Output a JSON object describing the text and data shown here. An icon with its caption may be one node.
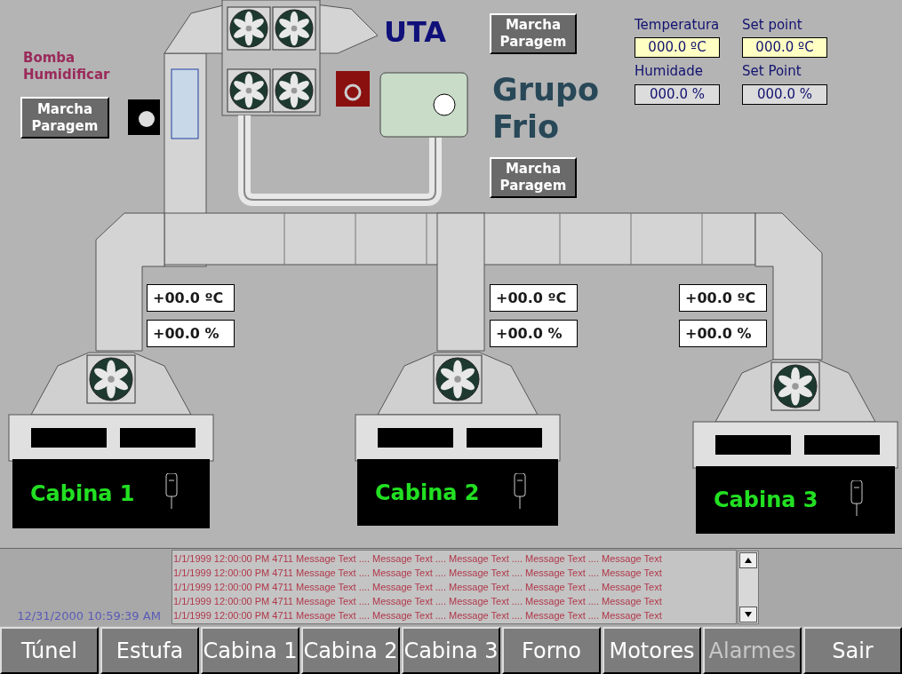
{
  "diagram": {
    "nodes": [
      {
        "text": [
          "Cabina 1"
        ]
      },
      {
        "text": [
          "Cabina 2"
        ]
      },
      {
        "text": [
          "Cabina 3"
        ]
      }
    ],
    "labels": [
      "Bomba Humidificar",
      "Marcha Paragem",
      "UTA",
      "Marcha Paragem",
      "Temperatura",
      "Set point",
      "000.0 ºC",
      "000.0 ºC",
      "Humidade",
      "Set Point",
      "000.0 %",
      "000.0 %",
      "Grupo Frio",
      "Marcha Paragem",
      "+00.0 ºC",
      "+00.0 ºC",
      "+00.0 ºC",
      "+00.0 %",
      "+00.0 %",
      "+00.0 %",
      "1/1/1999 12:00:00 PM  4711 Message Text .... Message Text .... Message Text .... Message Text .... Message Text",
      "1/1/1999 12:00:00 PM  4711 Message Text .... Message Text .... Message Text .... Message Text .... Message Text",
      "1/1/1999 12:00:00 PM  4711 Message Text .... Message Text .... Message Text .... Message Text .... Message Text",
      "1/1/1999 12:00:00 PM  4711 Message Text .... Message Text .... Message Text .... Message Text .... Message Text",
      "12/31/2000 10:59:39 AM",
      "1/1/1999 12:00:00 PM  4711 Message Text .... Message Text .... Message Text .... Message Text .... Message Text",
      "Túnel",
      "Estufa",
      "Cabina 1",
      "Cabina 2",
      "Cabina 3",
      "Forno",
      "Motores",
      "Alarmes",
      "Sair"
    ]
  }
}
